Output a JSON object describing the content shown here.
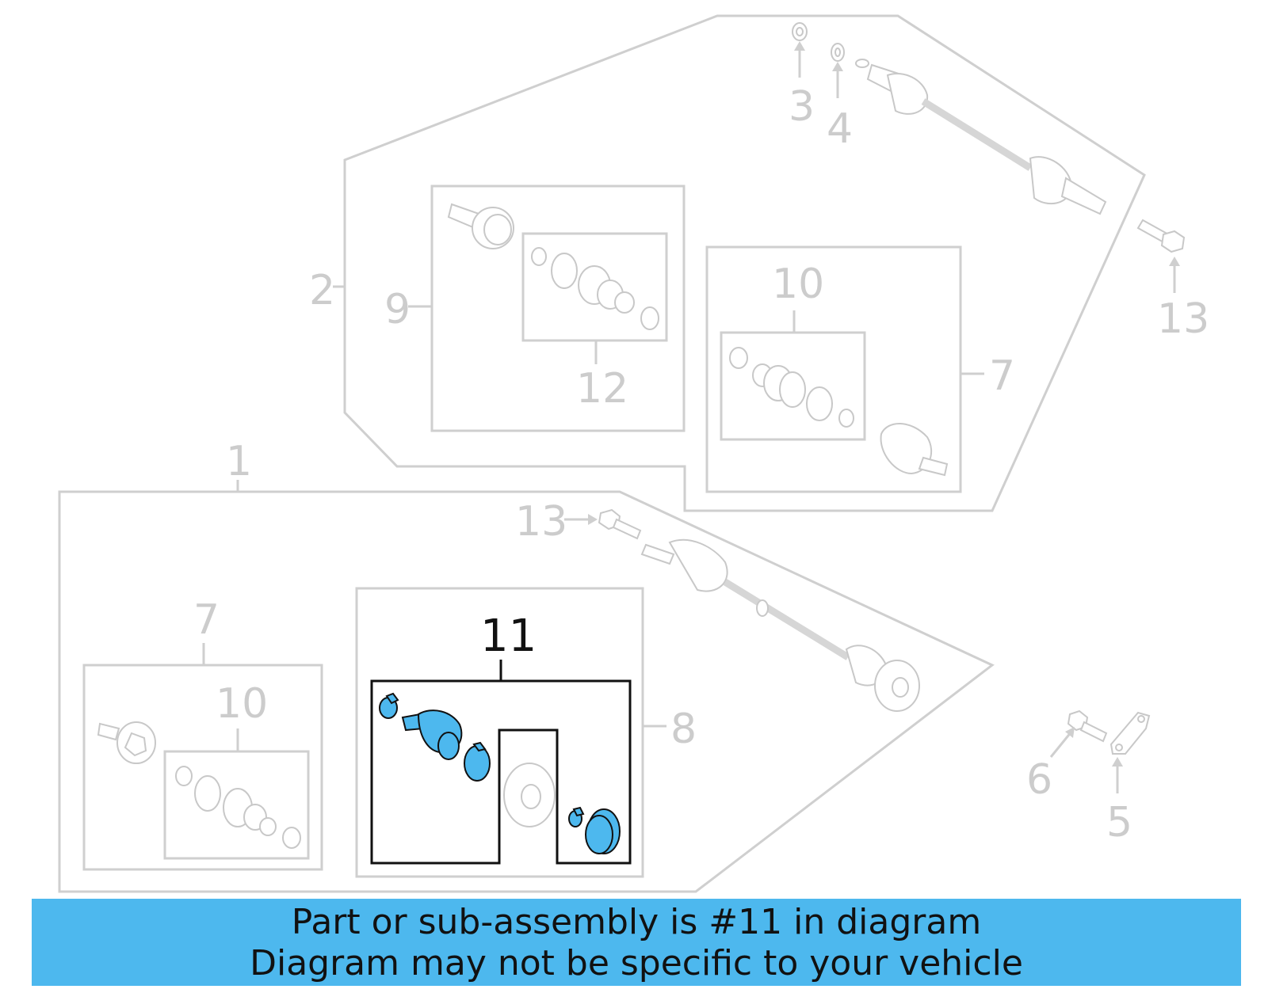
{
  "callouts": {
    "c1": "1",
    "c2": "2",
    "c3": "3",
    "c4": "4",
    "c5": "5",
    "c6": "6",
    "c7_upper": "7",
    "c7_lower": "7",
    "c8": "8",
    "c9": "9",
    "c10_upper": "10",
    "c10_lower": "10",
    "c11": "11",
    "c12": "12",
    "c13_right": "13",
    "c13_left": "13"
  },
  "highlighted_part": "11",
  "colors": {
    "highlight": "#4db8ee",
    "outline": "#cfcfcf",
    "text_gray": "#cccccc",
    "text_dark": "#111111"
  },
  "banner": {
    "line1": "Part or sub-assembly is #11 in diagram",
    "line2": "Diagram may not be specific to your vehicle"
  }
}
